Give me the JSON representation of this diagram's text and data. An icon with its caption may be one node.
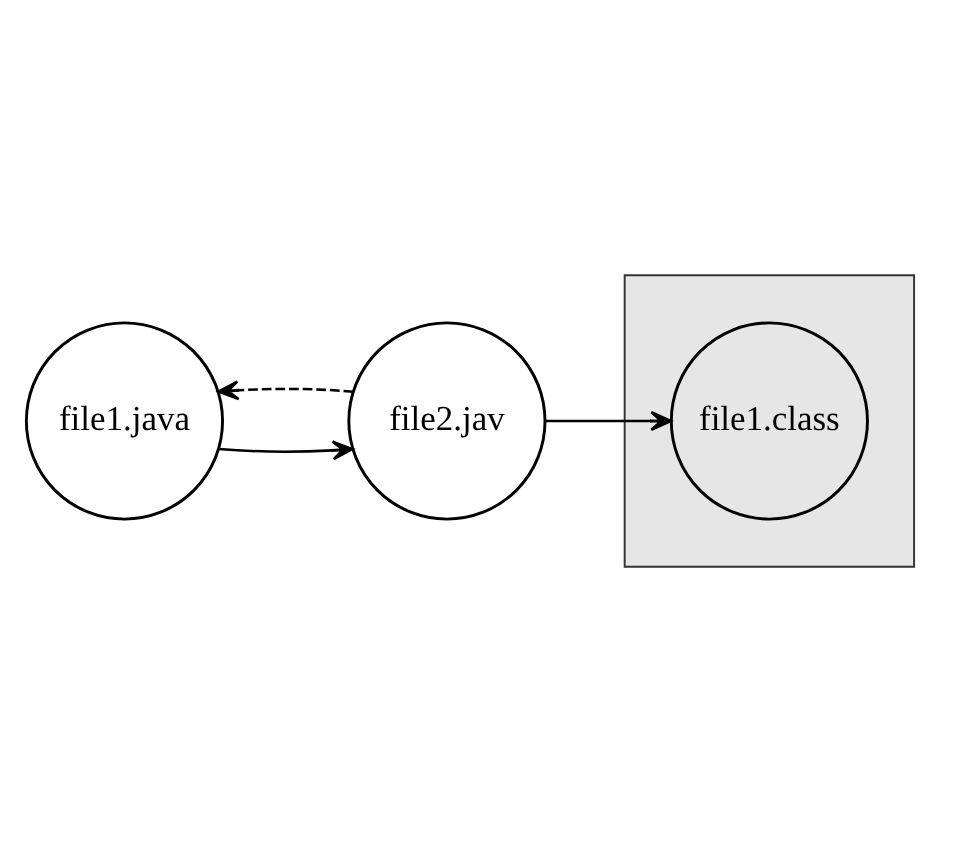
{
  "diagram": {
    "nodes": [
      {
        "text": [
          "file1.java"
        ]
      },
      {
        "text": [
          "file2.jav"
        ]
      },
      {
        "text": [],
        "shape": "box"
      },
      {
        "text": [
          "file1.class"
        ],
        "in": 2
      }
    ],
    "edges": [
      {
        "from": 0,
        "to": 1,
        "arrow": "to"
      },
      {
        "from": 1,
        "to": 0,
        "arrow": "to",
        "style": "dashed"
      },
      {
        "from": 1,
        "to": 3,
        "arrow": "to"
      }
    ]
  }
}
